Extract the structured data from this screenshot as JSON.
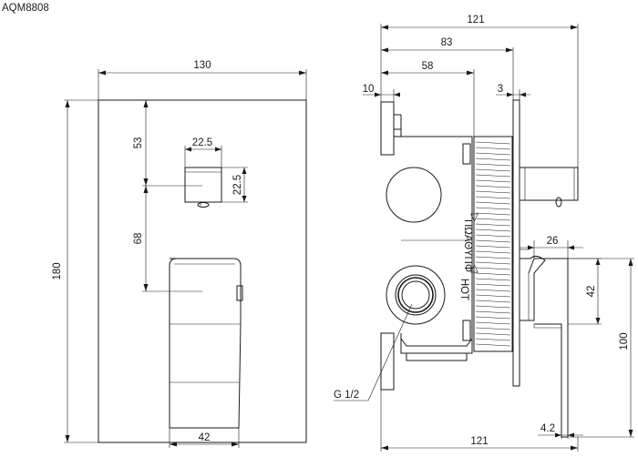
{
  "model_code": "AQM8808",
  "front_view": {
    "plate_width": "130",
    "plate_height": "180",
    "handle_offset_top": "53",
    "handle_spacing": "68",
    "knob_width": "22.5",
    "knob_height": "22.5",
    "lever_width": "42"
  },
  "side_view": {
    "overall_depth_top": "121",
    "overall_depth_bottom": "121",
    "depth_83": "83",
    "depth_58": "58",
    "offset_10": "10",
    "offset_3": "3",
    "lever_projection": "26",
    "lever_height": "42",
    "lever_length": "100",
    "plate_thickness": "4.2",
    "inlet_thread": "G 1/2",
    "body_label_hot": "HOT",
    "body_label_rotated": "ΠΩΑΘΥΠΦ"
  }
}
